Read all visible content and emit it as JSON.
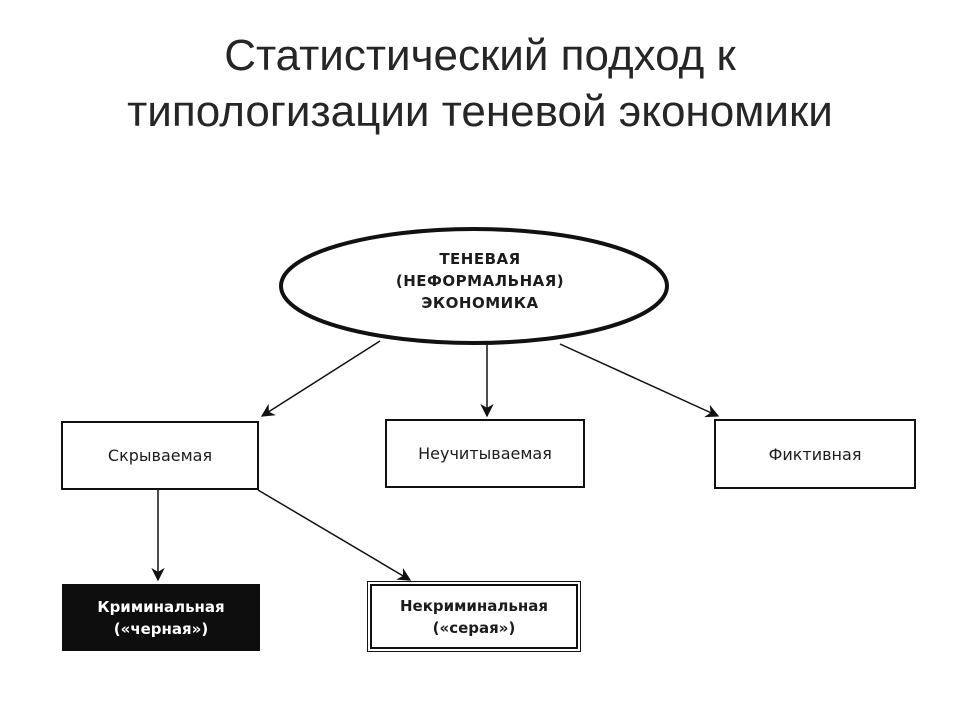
{
  "title": {
    "line1": "Статистический подход к",
    "line2": "типологизации теневой экономики"
  },
  "root": {
    "line1": "ТЕНЕВАЯ",
    "line2": "(НЕФОРМАЛЬНАЯ)",
    "line3": "ЭКОНОМИКА"
  },
  "categories": {
    "hidden": "Скрываемая",
    "unrecorded": "Неучитываемая",
    "fictitious": "Фиктивная"
  },
  "subtypes": {
    "criminal_line1": "Криминальная",
    "criminal_line2": "(«черная»)",
    "noncriminal_line1": "Некриминальная",
    "noncriminal_line2": "(«серая»)"
  }
}
